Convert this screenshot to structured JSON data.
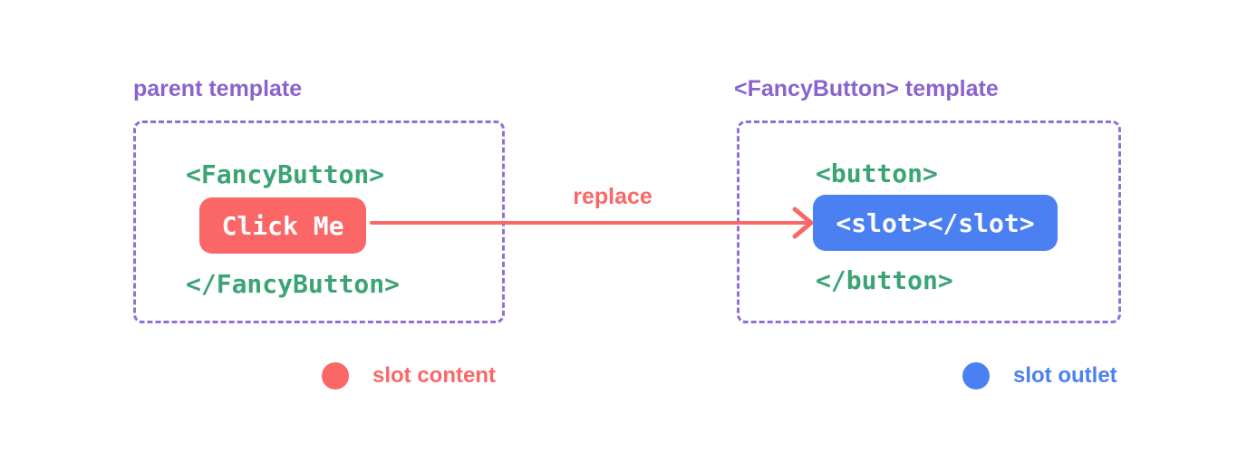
{
  "colors": {
    "purple": "#8a63cc",
    "border_purple": "#9171d3",
    "green": "#3aa475",
    "red": "#fb6767",
    "blue": "#4b80f3",
    "white": "#ffffff"
  },
  "parent_panel": {
    "title": "parent template",
    "open_tag": "<FancyButton>",
    "button_label": "Click Me",
    "close_tag": "</FancyButton>"
  },
  "fancy_panel": {
    "title": "<FancyButton> template",
    "open_tag": "<button>",
    "slot_label": "<slot></slot>",
    "close_tag": "</button>"
  },
  "arrow": {
    "label": "replace"
  },
  "legend": [
    {
      "label": "slot content",
      "color": "#fb6767"
    },
    {
      "label": "slot outlet",
      "color": "#4b80f3"
    }
  ]
}
